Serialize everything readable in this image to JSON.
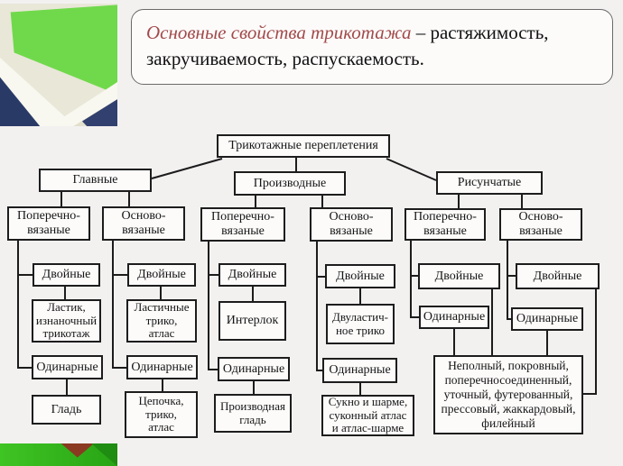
{
  "slide": {
    "background": "#f3f1f0",
    "header": {
      "accent_text": "Основные свойства трикотажа",
      "rest_text": " – растяжимость, закручиваемость, распускаемость.",
      "accent_color": "#a24a4a"
    },
    "decor": {
      "photo_green": "#70d94b",
      "photo_navy": "#2a3a66",
      "strip_green": "#3fc424",
      "strip_brown": "#8a3a20"
    },
    "line_color": "#1c1c1c"
  },
  "diagram": {
    "root": "Трикотажные переплетения",
    "groups": [
      "Главные",
      "Производные",
      "Рисунчатые"
    ],
    "columns": [
      {
        "type": "Поперечно-\nвязаные",
        "double": "Двойные",
        "double_leaf": "Ластик,\nизнаночный\nтрикотаж",
        "single": "Одинарные",
        "single_leaf": "Гладь"
      },
      {
        "type": "Осново-\nвязаные",
        "double": "Двойные",
        "double_leaf": "Ластичные\nтрико,\nатлас",
        "single": "Одинарные",
        "single_leaf": "Цепочка,\nтрико,\nатлас"
      },
      {
        "type": "Поперечно-\nвязаные",
        "double": "Двойные",
        "double_leaf": "Интерлок",
        "single": "Одинарные",
        "single_leaf": "Производная\nгладь"
      },
      {
        "type": "Осново-\nвязаные",
        "double": "Двойные",
        "double_leaf": "Двуластич-\nное трико",
        "single": "Одинарные",
        "single_leaf": "Сукно и шарме,\nсуконный атлас\nи атлас-шарме"
      },
      {
        "type": "Поперечно-\nвязаные",
        "double": "Двойные",
        "single": "Одинарные"
      },
      {
        "type": "Осново-\nвязаные",
        "double": "Двойные",
        "single": "Одинарные"
      }
    ],
    "combined_leaf": "Неполный, покровный,\nпоперечносоединенный,\nуточный, футерованный,\nпрессовый, жаккардовый,\nфилейный"
  }
}
